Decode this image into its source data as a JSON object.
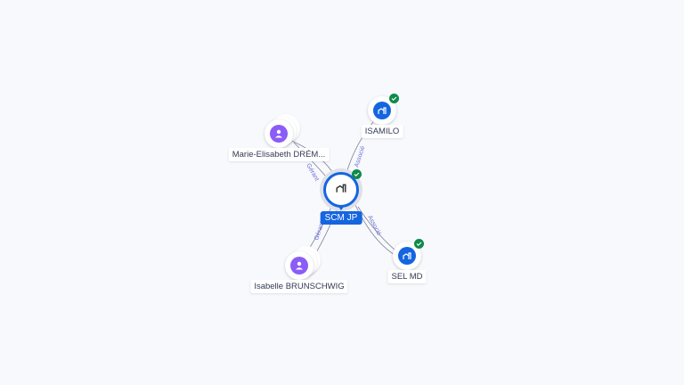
{
  "center": {
    "label": "SCM JP",
    "icon": "building-icon",
    "verified": true
  },
  "nodes": [
    {
      "label": "Marie-Elisabeth DRÉM...",
      "type": "person",
      "icon": "person-icon"
    },
    {
      "label": "ISAMILO",
      "type": "company",
      "icon": "building-icon",
      "verified": true
    },
    {
      "label": "Isabelle BRUNSCHWIG",
      "type": "person",
      "icon": "person-icon"
    },
    {
      "label": "SEL MD",
      "type": "company",
      "icon": "building-icon",
      "verified": true
    }
  ],
  "edges": [
    {
      "from": "Marie-Elisabeth DRÉM...",
      "label": "Gérant"
    },
    {
      "from": "ISAMILO",
      "label": "Associé"
    },
    {
      "from": "Isabelle BRUNSCHWIG",
      "label": "Gérant"
    },
    {
      "from": "SEL MD",
      "label": "Associé"
    }
  ],
  "colors": {
    "primary": "#1565e0",
    "person": "#8b5cf6",
    "verified": "#0f8a4a"
  }
}
